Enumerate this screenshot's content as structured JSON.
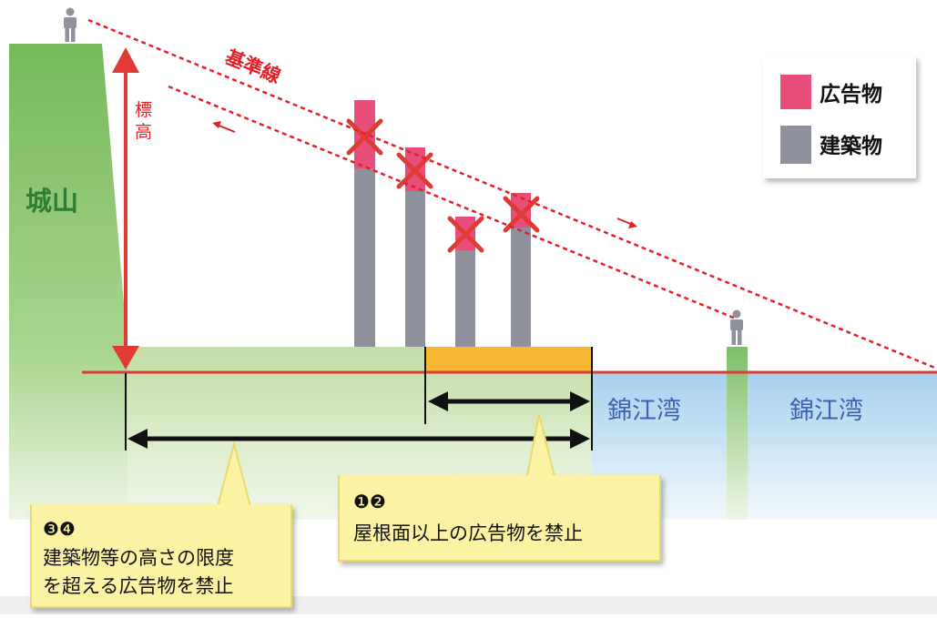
{
  "labels": {
    "reference_line": "基準線",
    "elevation_char1": "標",
    "elevation_char2": "高",
    "castle_hill": "城山",
    "bay_inner": "錦江湾",
    "bay_outer": "錦江湾"
  },
  "legend": {
    "items": [
      {
        "label": "広告物",
        "color": "#e94e7b"
      },
      {
        "label": "建築物",
        "color": "#8f919d"
      }
    ]
  },
  "callouts": {
    "rooftop": {
      "markers": "❶❷",
      "text": "屋根面以上の広告物を禁止"
    },
    "height_limit": {
      "markers": "❸❹",
      "line1": "建築物等の高さの限度",
      "line2": "を超える広告物を禁止"
    }
  },
  "colors": {
    "hill_green": "#7fbe67",
    "ground_green": "#c2dea6",
    "waterfront_orange": "#f7b733",
    "sea_blue": "#a9d3ee",
    "reference_red": "#e41f26",
    "callout_fill": "#fbf3a3"
  },
  "icons": [
    "person-icon",
    "cross-mark-icon",
    "double-arrow-icon"
  ]
}
